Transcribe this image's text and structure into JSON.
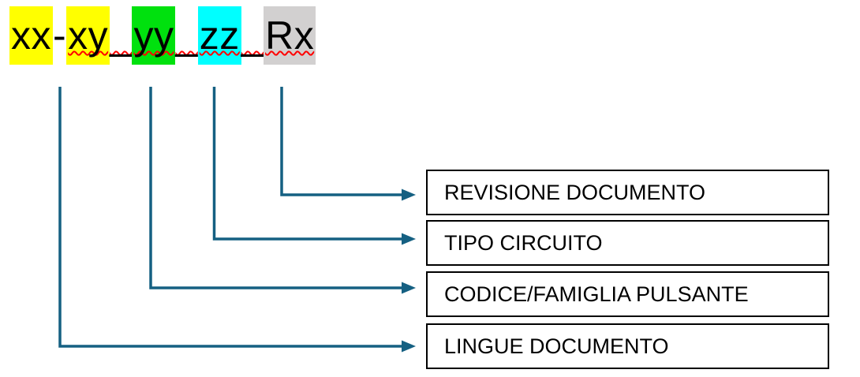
{
  "code": {
    "full_text": "xx-xy_yy_zz_Rx",
    "segments": [
      {
        "text": "xx",
        "highlight": "#FFFF00",
        "misspelled": false
      },
      {
        "text": "-",
        "highlight": null,
        "misspelled": false
      },
      {
        "text": "xy",
        "highlight": "#FFFF00",
        "misspelled": true
      },
      {
        "text": "_",
        "highlight": null,
        "misspelled": true
      },
      {
        "text": "yy",
        "highlight": "#00E10E",
        "misspelled": true
      },
      {
        "text": "_",
        "highlight": null,
        "misspelled": true
      },
      {
        "text": "zz",
        "highlight": "#00FFFF",
        "misspelled": true
      },
      {
        "text": "_",
        "highlight": null,
        "misspelled": true
      },
      {
        "text": "Rx",
        "highlight": "#D2D0D0",
        "misspelled": true
      }
    ]
  },
  "legend": {
    "boxes": [
      {
        "label": "REVISIONE DOCUMENTO",
        "maps_to_segment": "Rx"
      },
      {
        "label": "TIPO CIRCUITO",
        "maps_to_segment": "zz"
      },
      {
        "label": "CODICE/FAMIGLIA PULSANTE",
        "maps_to_segment": "yy"
      },
      {
        "label": "LINGUE DOCUMENTO",
        "maps_to_segment": "xx-xy"
      }
    ]
  },
  "colors": {
    "highlight_yellow": "#FFFF00",
    "highlight_green": "#00E10E",
    "highlight_cyan": "#00FFFF",
    "highlight_gray": "#D2D0D0",
    "connector": "#156082",
    "spellcheck_red": "#FF0000",
    "box_border": "#000000",
    "background": "#FFFFFF"
  }
}
